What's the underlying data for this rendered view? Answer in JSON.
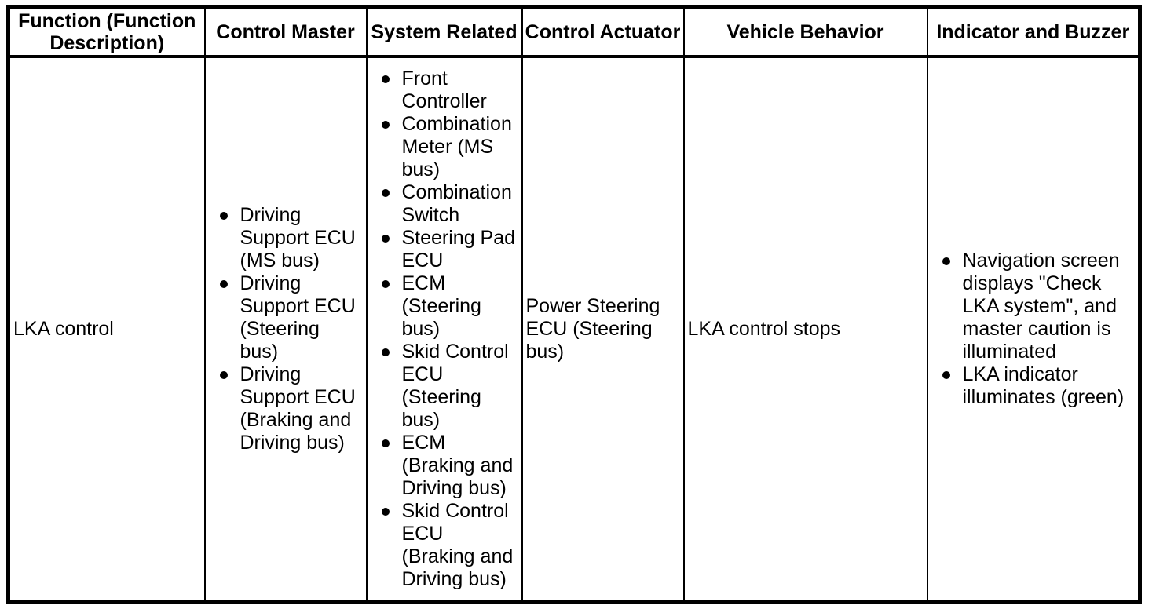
{
  "table": {
    "headers": [
      "Function (Function Description)",
      "Control Master",
      "System Related",
      "Control Actuator",
      "Vehicle Behavior",
      "Indicator and Buzzer"
    ],
    "rows": [
      {
        "function": "LKA control",
        "control_master": [
          "Driving Support ECU (MS bus)",
          "Driving Support ECU (Steering bus)",
          "Driving Support ECU (Braking and Driving bus)"
        ],
        "system_related": [
          "Front Controller",
          "Combination Meter (MS bus)",
          "Combination Switch",
          "Steering Pad ECU",
          "ECM (Steering bus)",
          "Skid Control ECU (Steering bus)",
          "ECM (Braking and Driving bus)",
          "Skid Control ECU (Braking and Driving bus)"
        ],
        "control_actuator": "Power Steering ECU (Steering bus)",
        "vehicle_behavior": "LKA control stops",
        "indicator_and_buzzer": [
          "Navigation screen displays \"Check LKA system\", and master caution is illuminated",
          "LKA indicator illuminates (green)"
        ]
      }
    ]
  },
  "colors": {
    "border": "#000000",
    "text": "#000000",
    "background": "#ffffff"
  }
}
